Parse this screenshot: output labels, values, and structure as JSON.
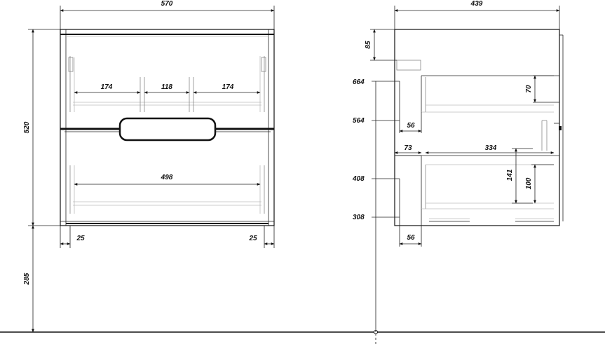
{
  "front_view": {
    "overall_width": "570",
    "height": "520",
    "floor_clearance": "285",
    "upper_drawer_left": "174",
    "upper_drawer_gap": "118",
    "upper_drawer_right": "174",
    "lower_drawer_width": "498",
    "side_offset_left": "25",
    "side_offset_right": "25"
  },
  "side_view": {
    "overall_depth": "439",
    "top_offset": "85",
    "level_664": "664",
    "level_564": "564",
    "level_408": "408",
    "level_308": "308",
    "depth_70": "70",
    "offset_56_upper": "56",
    "offset_73": "73",
    "length_334": "334",
    "height_141": "141",
    "height_100": "100",
    "offset_56_lower": "56"
  },
  "colors": {
    "line": "#111111",
    "grey": "#888888",
    "background": "#ffffff"
  }
}
